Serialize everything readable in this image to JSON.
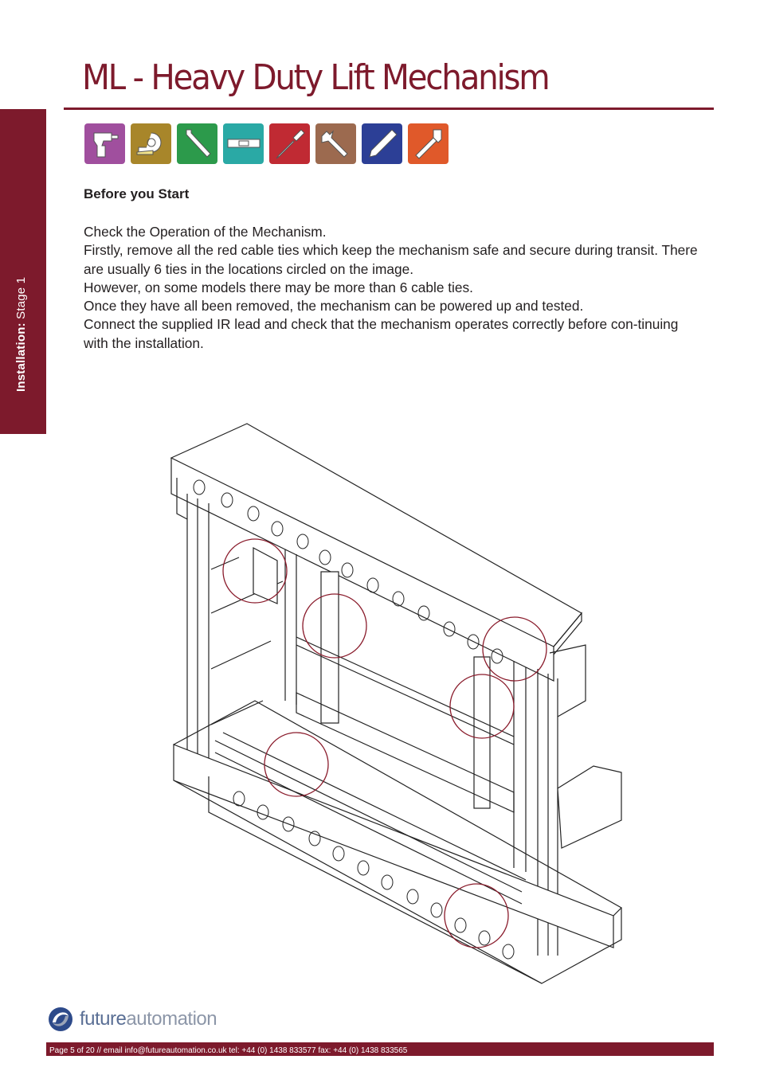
{
  "sidebar": {
    "label_bold": "Installation:",
    "label_rest": " Stage 1"
  },
  "title": "ML - Heavy Duty Lift Mechanism",
  "tools": [
    {
      "name": "drill",
      "color": "#a04f9e"
    },
    {
      "name": "tape-measure",
      "color": "#a8862a"
    },
    {
      "name": "allen-key",
      "color": "#2c9a4b"
    },
    {
      "name": "spirit-level",
      "color": "#2aa9a5"
    },
    {
      "name": "screwdriver",
      "color": "#c02a33"
    },
    {
      "name": "spanner",
      "color": "#9c6a4f"
    },
    {
      "name": "pencil",
      "color": "#2c3f96"
    },
    {
      "name": "saw",
      "color": "#e0592a"
    }
  ],
  "section_heading": "Before you Start",
  "paragraphs": [
    "Check the Operation of the Mechanism.",
    "Firstly, remove all the red cable ties which keep the mechanism safe and secure during transit. There are usually 6 ties in the locations circled on the image.",
    "However, on some models there may be more than 6 cable ties.",
    "Once  they have all been removed,  the mechanism can be powered up and tested.",
    "Connect the supplied IR lead and check that the mechanism operates correctly before con-tinuing with the installation."
  ],
  "logo": {
    "part1": "future",
    "part2": "automation"
  },
  "footer": "Page 5 of 20 // email info@futureautomation.co.uk  tel: +44 (0) 1438 833577  fax: +44 (0) 1438 833565"
}
